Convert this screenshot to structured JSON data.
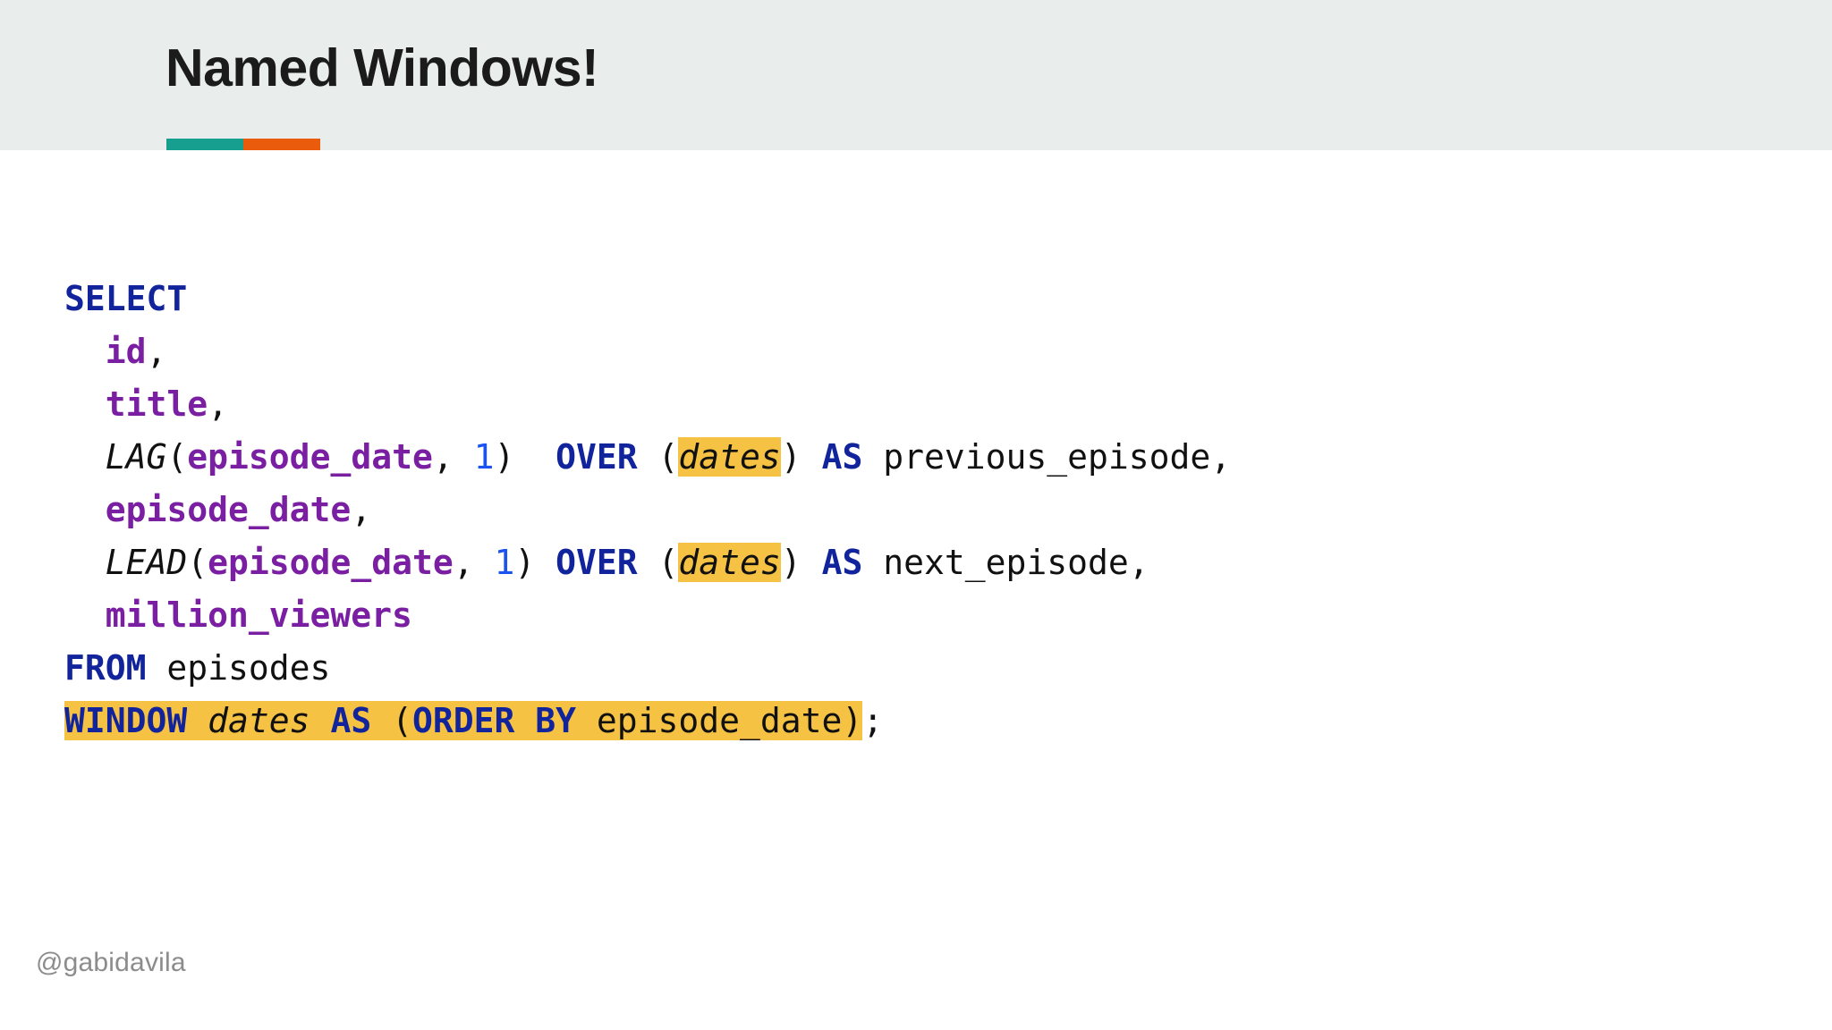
{
  "slide": {
    "title": "Named Windows!",
    "accent_colors": {
      "teal": "#169E8E",
      "orange": "#EA5B0C"
    },
    "header_background": "#E9EDEC",
    "background": "#FFFFFF",
    "footer_handle": "@gabidavila"
  },
  "theme": {
    "keyword_color": "#12249C",
    "identifier_color": "#7A1FA2",
    "number_color": "#1A53F0",
    "plain_color": "#111111",
    "highlight_color": "#F5C243",
    "title_color": "#1B1B1B",
    "footer_color": "#8C8C8C"
  },
  "code": {
    "language": "sql",
    "full_text": "SELECT\n  id,\n  title,\n  LAG(episode_date, 1)  OVER (dates) AS previous_episode,\n  episode_date,\n  LEAD(episode_date, 1) OVER (dates) AS next_episode,\n  million_viewers\nFROM episodes\nWINDOW dates AS (ORDER BY episode_date);",
    "lines": [
      {
        "n": 1,
        "text": "SELECT",
        "tokens": [
          {
            "t": "SELECT",
            "k": "kw"
          }
        ]
      },
      {
        "n": 2,
        "text": "  id,",
        "tokens": [
          {
            "t": "  ",
            "k": "plain"
          },
          {
            "t": "id",
            "k": "col"
          },
          {
            "t": ",",
            "k": "plain"
          }
        ]
      },
      {
        "n": 3,
        "text": "  title,",
        "tokens": [
          {
            "t": "  ",
            "k": "plain"
          },
          {
            "t": "title",
            "k": "col"
          },
          {
            "t": ",",
            "k": "plain"
          }
        ]
      },
      {
        "n": 4,
        "text": "  LAG(episode_date, 1)  OVER (dates) AS previous_episode,",
        "tokens": [
          {
            "t": "  ",
            "k": "plain"
          },
          {
            "t": "LAG",
            "k": "fn"
          },
          {
            "t": "(",
            "k": "plain"
          },
          {
            "t": "episode_date",
            "k": "col"
          },
          {
            "t": ", ",
            "k": "plain"
          },
          {
            "t": "1",
            "k": "num"
          },
          {
            "t": ")  ",
            "k": "plain"
          },
          {
            "t": "OVER",
            "k": "kw"
          },
          {
            "t": " (",
            "k": "plain"
          },
          {
            "t": "dates",
            "k": "win-name hl"
          },
          {
            "t": ") ",
            "k": "plain"
          },
          {
            "t": "AS",
            "k": "kw"
          },
          {
            "t": " previous_episode,",
            "k": "plain"
          }
        ]
      },
      {
        "n": 5,
        "text": "  episode_date,",
        "tokens": [
          {
            "t": "  ",
            "k": "plain"
          },
          {
            "t": "episode_date",
            "k": "col"
          },
          {
            "t": ",",
            "k": "plain"
          }
        ]
      },
      {
        "n": 6,
        "text": "  LEAD(episode_date, 1) OVER (dates) AS next_episode,",
        "tokens": [
          {
            "t": "  ",
            "k": "plain"
          },
          {
            "t": "LEAD",
            "k": "fn"
          },
          {
            "t": "(",
            "k": "plain"
          },
          {
            "t": "episode_date",
            "k": "col"
          },
          {
            "t": ", ",
            "k": "plain"
          },
          {
            "t": "1",
            "k": "num"
          },
          {
            "t": ") ",
            "k": "plain"
          },
          {
            "t": "OVER",
            "k": "kw"
          },
          {
            "t": " (",
            "k": "plain"
          },
          {
            "t": "dates",
            "k": "win-name hl"
          },
          {
            "t": ") ",
            "k": "plain"
          },
          {
            "t": "AS",
            "k": "kw"
          },
          {
            "t": " next_episode,",
            "k": "plain"
          }
        ]
      },
      {
        "n": 7,
        "text": "  million_viewers",
        "tokens": [
          {
            "t": "  ",
            "k": "plain"
          },
          {
            "t": "million_viewers",
            "k": "col"
          }
        ]
      },
      {
        "n": 8,
        "text": "FROM episodes",
        "tokens": [
          {
            "t": "FROM",
            "k": "kw"
          },
          {
            "t": " episodes",
            "k": "plain"
          }
        ]
      },
      {
        "n": 9,
        "text": "WINDOW dates AS (ORDER BY episode_date);",
        "tokens": [
          {
            "t": "WINDOW",
            "k": "kw hl"
          },
          {
            "t": " ",
            "k": "plain hl"
          },
          {
            "t": "dates",
            "k": "win-name hl"
          },
          {
            "t": " ",
            "k": "plain hl"
          },
          {
            "t": "AS",
            "k": "kw hl"
          },
          {
            "t": " (",
            "k": "plain hl"
          },
          {
            "t": "ORDER BY",
            "k": "kw hl"
          },
          {
            "t": " episode_date)",
            "k": "plain hl"
          },
          {
            "t": ";",
            "k": "plain"
          }
        ]
      }
    ]
  }
}
